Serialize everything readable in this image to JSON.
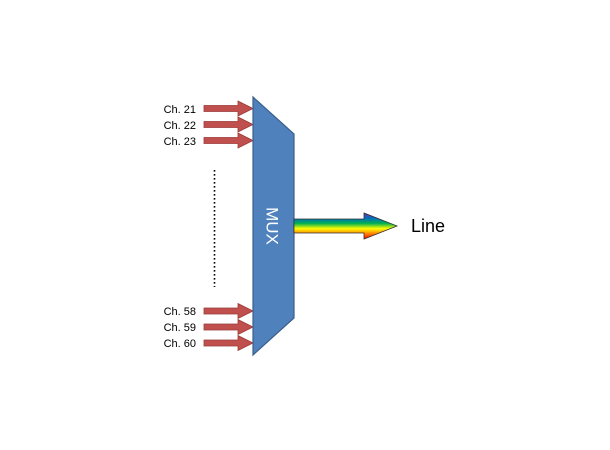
{
  "diagram": {
    "channels_top": [
      {
        "label": "Ch. 21"
      },
      {
        "label": "Ch. 22"
      },
      {
        "label": "Ch. 23"
      }
    ],
    "channels_bottom": [
      {
        "label": "Ch. 58"
      },
      {
        "label": "Ch. 59"
      },
      {
        "label": "Ch. 60"
      }
    ],
    "mux_label": "MUX",
    "output_label": "Line",
    "colors": {
      "mux_fill": "#4f81bd",
      "mux_stroke": "#3a5f8c",
      "channel_arrow": "#c0504d",
      "channel_arrow_stroke": "#9b3a37",
      "ellipsis_dots": "#000000",
      "spectrum": [
        "#ff0000",
        "#ff8000",
        "#ffff00",
        "#00b050",
        "#0070c0",
        "#7030a0"
      ]
    }
  }
}
